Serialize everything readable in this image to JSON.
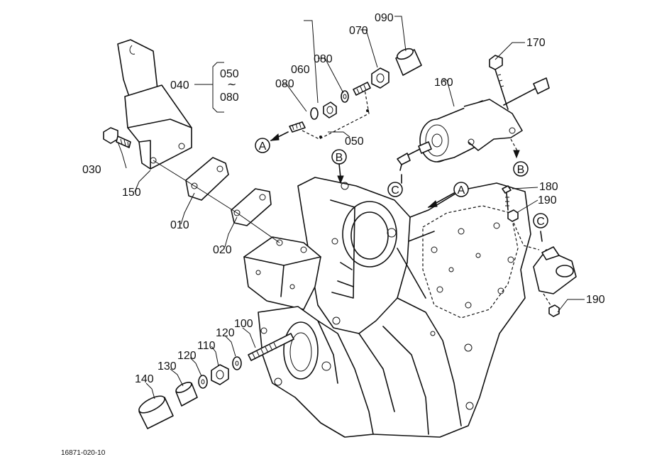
{
  "diagram": {
    "figure_code": "16871-020-10",
    "range_label": {
      "from": "050",
      "sep": "∼",
      "to": "080"
    },
    "part_numbers": {
      "p010": "010",
      "p020": "020",
      "p030": "030",
      "p040": "040",
      "p050": "050",
      "p060": "060",
      "p070": "070",
      "p080a": "080",
      "p080b": "080",
      "p090": "090",
      "p100": "100",
      "p110": "110",
      "p120a": "120",
      "p120b": "120",
      "p130": "130",
      "p140": "140",
      "p150": "150",
      "p160": "160",
      "p170": "170",
      "p180": "180",
      "p190a": "190",
      "p190b": "190"
    },
    "reference_markers": {
      "a1": "A",
      "a2": "A",
      "b1": "B",
      "b2": "B",
      "c1": "C",
      "c2": "C"
    }
  }
}
